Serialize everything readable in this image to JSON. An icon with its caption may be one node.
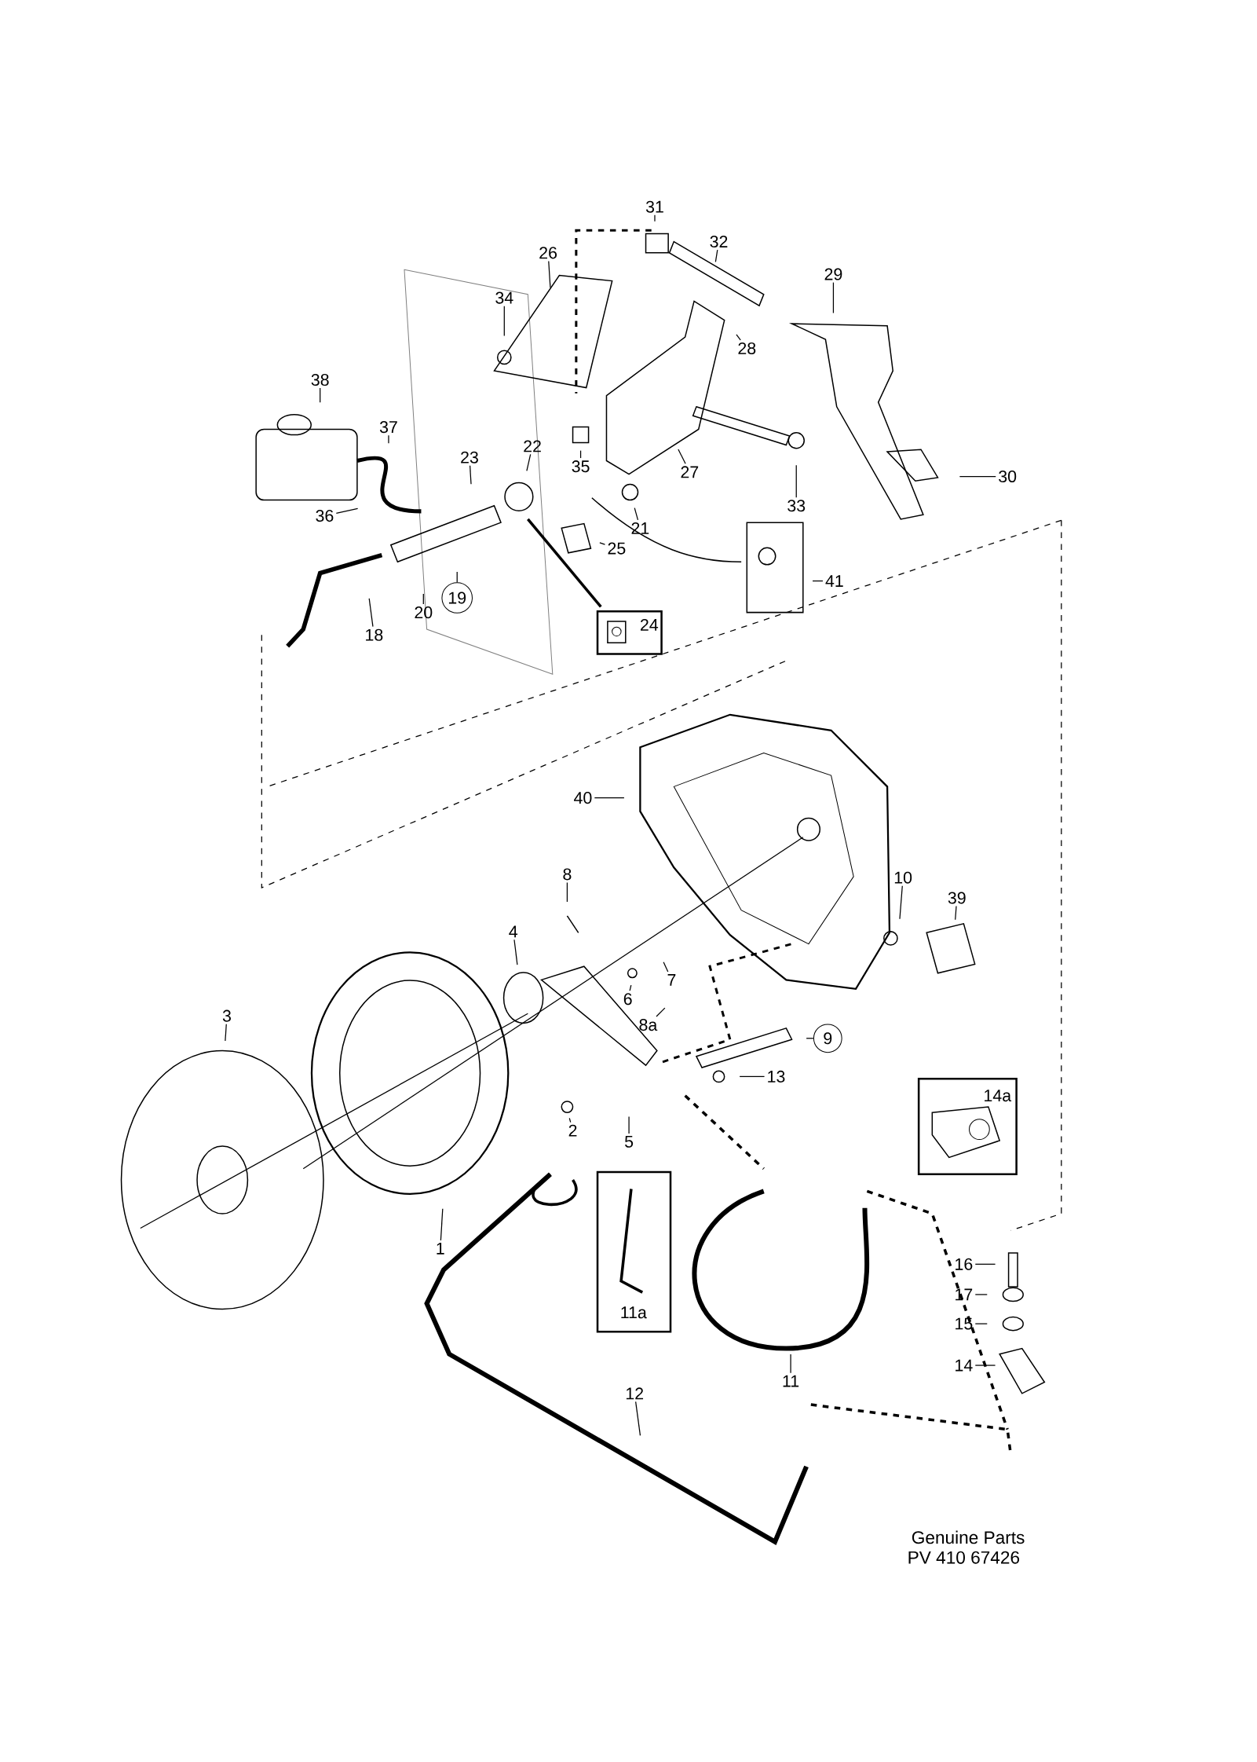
{
  "diagram": {
    "nodes": [
      {
        "text": [
          "31"
        ]
      },
      {
        "text": [
          "32"
        ]
      },
      {
        "text": [
          "26"
        ]
      },
      {
        "text": [
          "29"
        ]
      },
      {
        "text": [
          "34"
        ]
      },
      {
        "text": [
          "28"
        ]
      },
      {
        "text": [
          "38"
        ]
      },
      {
        "text": [
          "37"
        ]
      },
      {
        "text": [
          "22"
        ]
      },
      {
        "text": [
          "23"
        ]
      },
      {
        "text": [
          "35"
        ]
      },
      {
        "text": [
          "27"
        ]
      },
      {
        "text": [
          "30"
        ]
      },
      {
        "text": [
          "33"
        ]
      },
      {
        "text": [
          "36"
        ]
      },
      {
        "text": [
          "21"
        ]
      },
      {
        "text": [
          "25"
        ]
      },
      {
        "text": [
          "41"
        ]
      },
      {
        "text": [
          "19"
        ]
      },
      {
        "text": [
          "20"
        ]
      },
      {
        "text": [
          "18"
        ]
      },
      {
        "text": [
          "24"
        ]
      },
      {
        "text": [
          "40"
        ]
      },
      {
        "text": [
          "8"
        ]
      },
      {
        "text": [
          "10"
        ]
      },
      {
        "text": [
          "4"
        ]
      },
      {
        "text": [
          "39"
        ]
      },
      {
        "text": [
          "3"
        ]
      },
      {
        "text": [
          "7"
        ]
      },
      {
        "text": [
          "6"
        ]
      },
      {
        "text": [
          "8a"
        ]
      },
      {
        "text": [
          "9"
        ]
      },
      {
        "text": [
          "13"
        ]
      },
      {
        "text": [
          "14a"
        ]
      },
      {
        "text": [
          "2"
        ]
      },
      {
        "text": [
          "5"
        ]
      },
      {
        "text": [
          "1"
        ]
      },
      {
        "text": [
          "11a"
        ]
      },
      {
        "text": [
          "16"
        ]
      },
      {
        "text": [
          "17"
        ]
      },
      {
        "text": [
          "15"
        ]
      },
      {
        "text": [
          "14"
        ]
      },
      {
        "text": [
          "11"
        ]
      },
      {
        "text": [
          "12"
        ]
      }
    ],
    "edges": [
      {
        "from": 0,
        "to": null,
        "arrow": "none"
      },
      {
        "from": 1,
        "to": null,
        "arrow": "none"
      },
      {
        "from": 2,
        "to": null,
        "arrow": "none"
      },
      {
        "from": 3,
        "to": null,
        "arrow": "none"
      },
      {
        "from": 4,
        "to": null,
        "arrow": "none"
      },
      {
        "from": 5,
        "to": null,
        "arrow": "none"
      },
      {
        "from": 6,
        "to": null,
        "arrow": "none"
      },
      {
        "from": 7,
        "to": null,
        "arrow": "none"
      },
      {
        "from": 8,
        "to": null,
        "arrow": "none"
      },
      {
        "from": 9,
        "to": null,
        "arrow": "none"
      },
      {
        "from": 10,
        "to": null,
        "arrow": "none"
      },
      {
        "from": 11,
        "to": null,
        "arrow": "none"
      },
      {
        "from": 12,
        "to": null,
        "arrow": "none"
      },
      {
        "from": 13,
        "to": null,
        "arrow": "none"
      },
      {
        "from": 14,
        "to": null,
        "arrow": "none"
      },
      {
        "from": 15,
        "to": null,
        "arrow": "none"
      },
      {
        "from": 16,
        "to": null,
        "arrow": "none"
      },
      {
        "from": 17,
        "to": null,
        "arrow": "none"
      },
      {
        "from": 18,
        "to": null,
        "arrow": "none"
      },
      {
        "from": 19,
        "to": null,
        "arrow": "none"
      },
      {
        "from": 20,
        "to": null,
        "arrow": "none"
      },
      {
        "from": 22,
        "to": null,
        "arrow": "none"
      },
      {
        "from": 23,
        "to": null,
        "arrow": "none"
      },
      {
        "from": 24,
        "to": null,
        "arrow": "none"
      },
      {
        "from": 25,
        "to": null,
        "arrow": "none"
      },
      {
        "from": 26,
        "to": null,
        "arrow": "none"
      },
      {
        "from": 27,
        "to": null,
        "arrow": "none"
      },
      {
        "from": 28,
        "to": null,
        "arrow": "none"
      },
      {
        "from": 29,
        "to": null,
        "arrow": "none"
      },
      {
        "from": 30,
        "to": null,
        "arrow": "none"
      },
      {
        "from": 31,
        "to": null,
        "arrow": "none"
      },
      {
        "from": 32,
        "to": null,
        "arrow": "none"
      },
      {
        "from": 34,
        "to": null,
        "arrow": "none"
      },
      {
        "from": 35,
        "to": null,
        "arrow": "none"
      },
      {
        "from": 36,
        "to": null,
        "arrow": "none"
      },
      {
        "from": 38,
        "to": null,
        "arrow": "none"
      },
      {
        "from": 39,
        "to": null,
        "arrow": "none"
      },
      {
        "from": 40,
        "to": null,
        "arrow": "none"
      },
      {
        "from": 41,
        "to": null,
        "arrow": "none"
      },
      {
        "from": 42,
        "to": null,
        "arrow": "none"
      },
      {
        "from": 43,
        "to": null,
        "arrow": "none"
      }
    ],
    "labels": [
      "Genuine Parts",
      "PV 410 67426"
    ]
  }
}
